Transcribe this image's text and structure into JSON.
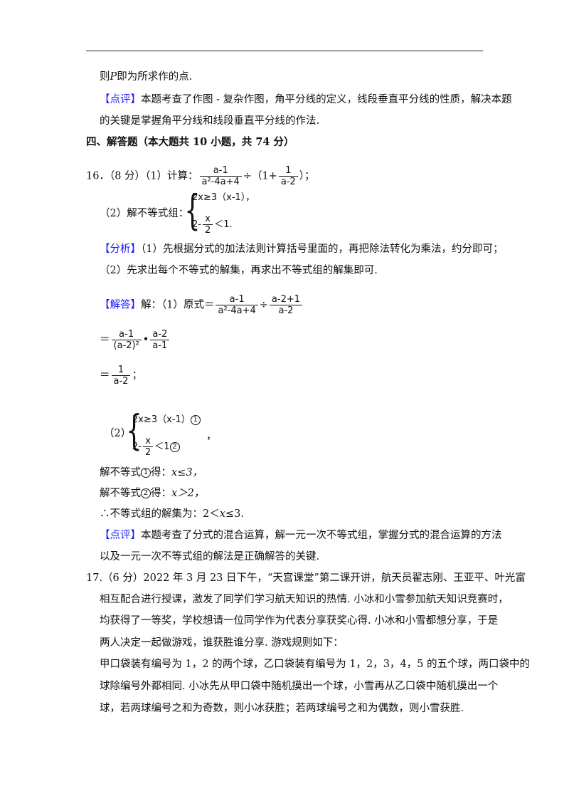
{
  "prev": {
    "line1": "则",
    "line1_var": "P",
    "line1_rest": "即为所求作的点.",
    "comment_tag": "【点评】",
    "comment1": "本题考查了作图 - 复杂作图，角平分线的定义，线段垂直平分线的性质，解决本题",
    "comment2": "的关键是掌握角平分线和线段垂直平分线的作法."
  },
  "section4": {
    "title": "四、解答题（本大题共 10 小题，共 74 分）"
  },
  "q16": {
    "head": "16．（8 分）（1）计算：",
    "f1_num": "a-1",
    "f1_den": "a²-4a+4",
    "div_op": "÷（1+",
    "f2_num": "1",
    "f2_den": "a-2",
    "tail": "）；",
    "part2_label": "（2）解不等式组：",
    "ineq1": "2x≥3（x-1），",
    "ineq2_a": "2-",
    "ineq2_fnum": "x",
    "ineq2_fden": "2",
    "ineq2_b": "＜1.",
    "analysis_tag": "【分析】",
    "analysis1": "（1）先根据分式的加法法则计算括号里面的，再把除法转化为乘法，约分即可；",
    "analysis2": "（2）先求出每个不等式的解集，再求出不等式组的解集即可.",
    "answer_tag": "【解答】",
    "answer_lead": "解：（1）原式＝",
    "s1_num": "a-1",
    "s1_den": "a²-4a+4",
    "s1_op": "÷",
    "s1b_num": "a-2+1",
    "s1b_den": "a-2",
    "eq": "＝",
    "s2_num": "a-1",
    "s2_den": "(a-2)²",
    "s2_dot": "•",
    "s2b_num": "a-2",
    "s2b_den": "a-1",
    "s3_num": "1",
    "s3_den": "a-2",
    "s3_tail": "；",
    "p2_label": "（2）",
    "sys1": "2x≥3（x-1）",
    "circ1": "1",
    "sys2_a": "2-",
    "sys2_fnum": "x",
    "sys2_fden": "2",
    "sys2_b": "＜1",
    "circ2": "2",
    "sys_comma": "，",
    "sol1_a": "解不等式",
    "sol1_b": "得：",
    "sol1_c": "x≤3，",
    "sol2_b": "得：",
    "sol2_c": "x＞2，",
    "sol3": "∴不等式组的解集为：2＜",
    "sol3_var": "x",
    "sol3_tail": "≤3.",
    "comment_tag": "【点评】",
    "comment1": "本题考查了分式的混合运算，解一元一次不等式组，掌握分式的混合运算的方法",
    "comment2": "以及一元一次不等式组的解法是正确解答的关键."
  },
  "q17": {
    "l1": "17.（6 分）2022 年 3 月 23 日下午，“天宫课堂”第二课开讲，航天员翟志刚、王亚平、叶光富",
    "l2": "相互配合进行授课，激发了同学们学习航天知识的热情. 小冰和小雪参加航天知识竞赛时，",
    "l3": "均获得了一等奖，学校想请一位同学作为代表分享获奖心得. 小冰和小雪都想分享，于是",
    "l4": "两人决定一起做游戏，谁获胜谁分享. 游戏规则如下：",
    "l5": "甲口袋装有编号为 1，2 的两个球，乙口袋装有编号为 1，2，3，4，5 的五个球，两口袋中的",
    "l6": "球除编号外都相同. 小冰先从甲口袋中随机摸出一个球，小雪再从乙口袋中随机摸出一个",
    "l7": "球，若两球编号之和为奇数，则小冰获胜；若两球编号之和为偶数，则小雪获胜."
  }
}
